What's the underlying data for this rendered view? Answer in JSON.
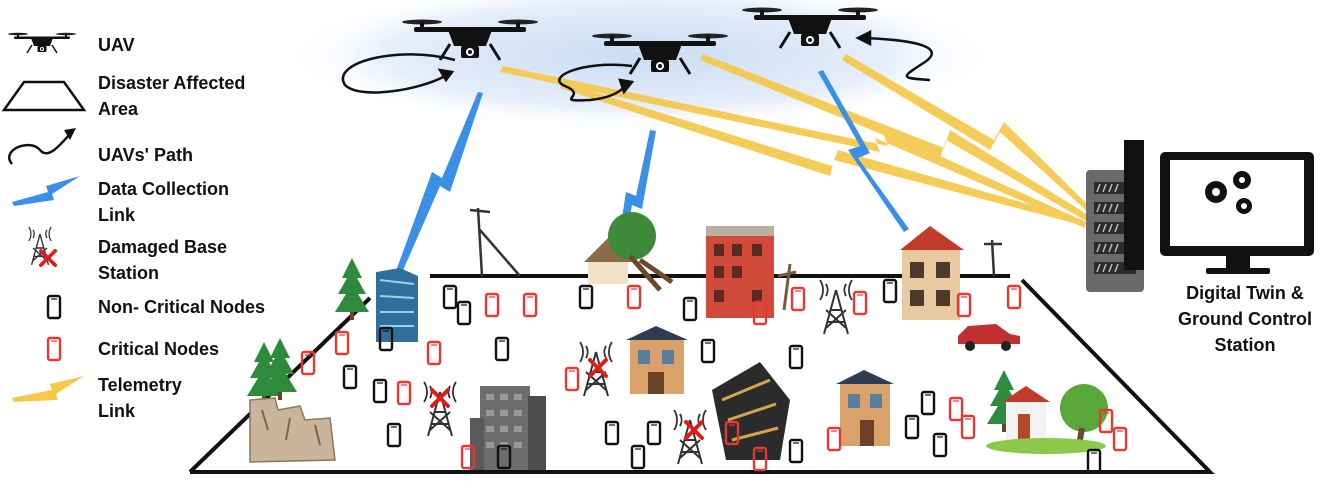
{
  "legend": {
    "uav": "UAV",
    "area": "Disaster Affected\nArea",
    "path": "UAVs' Path",
    "data_link": "Data Collection\nLink",
    "damaged_bs": "Damaged Base\nStation",
    "non_critical": "Non- Critical Nodes",
    "critical": "Critical Nodes",
    "telemetry": "Telemetry\nLink"
  },
  "station": {
    "label": "Digital Twin &\nGround Control\nStation"
  },
  "colors": {
    "data_link": "#3b8fe6",
    "telemetry": "#f5c84a",
    "critical": "#e53935",
    "non_critical": "#111111",
    "damage_x": "#e01b1b"
  },
  "icons": [
    "drone-icon",
    "area-trapezoid-icon",
    "path-arrow-icon",
    "lightning-icon",
    "damaged-tower-icon",
    "phone-icon",
    "server-icon",
    "monitor-gears-icon"
  ]
}
